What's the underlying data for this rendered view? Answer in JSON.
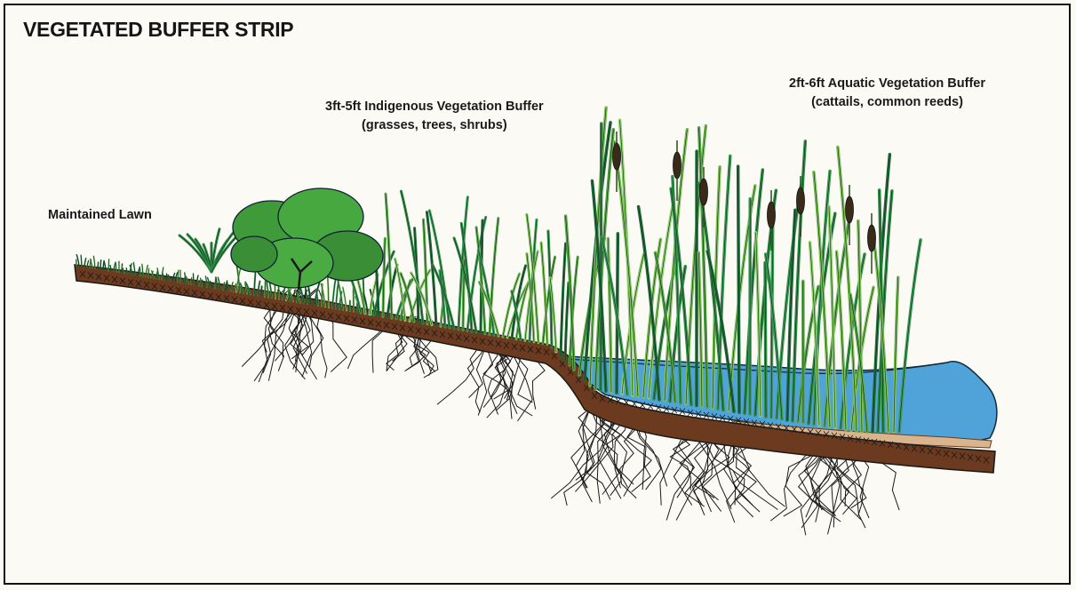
{
  "title": "VEGETATED BUFFER STRIP",
  "labels": {
    "lawn": "Maintained Lawn",
    "indigenous_line1": "3ft-5ft Indigenous Vegetation Buffer",
    "indigenous_line2": "(grasses, trees, shrubs)",
    "aquatic_line1": "2ft-6ft Aquatic Vegetation Buffer",
    "aquatic_line2": "(cattails, common reeds)"
  },
  "colors": {
    "background": "#fbfaf5",
    "soil": "#6b3a1f",
    "water": "#4fa3d8",
    "grass_dark": "#1f6b3a",
    "grass_light": "#7dc05a",
    "shrub": "#3f9a3a",
    "roots": "#1a1a1a",
    "sand": "#d9b48c"
  }
}
